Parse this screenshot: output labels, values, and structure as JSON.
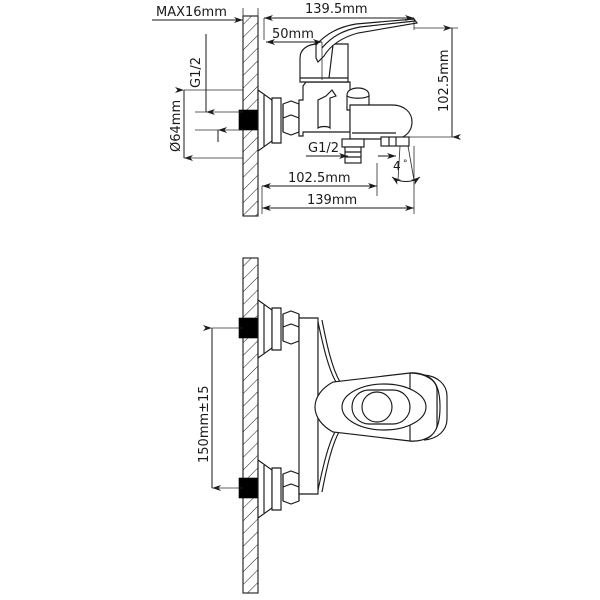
{
  "document": {
    "type": "technical-drawing",
    "title": "Wall-mounted bath mixer tap dimensional drawing",
    "background_color": "#ffffff",
    "line_color": "#1a1a1a",
    "accent_color": "#000000"
  },
  "views": {
    "top": {
      "name": "side-elevation-view",
      "dimensions": {
        "max_wall_thickness": "MAX16mm",
        "total_projection": "139.5mm",
        "handle_offset": "50mm",
        "height": "102.5mm",
        "flange_diameter": "Ø64mm",
        "spout_reach": "102.5mm",
        "overall_reach": "139mm",
        "outlet_angle": "4°",
        "inlet_thread_upper": "G1/2",
        "inlet_thread_lower": "G1/2"
      }
    },
    "bottom": {
      "name": "front-elevation-view",
      "dimensions": {
        "inlet_centers": "150mm±15"
      }
    }
  },
  "labels": {
    "max16": "MAX16mm",
    "d1395": "139.5mm",
    "d50": "50mm",
    "d1025_v": "102.5mm",
    "d64": "Ø64mm",
    "g12_top": "G1/2",
    "g12_bottom": "G1/2",
    "d1025_h": "102.5mm",
    "d139": "139mm",
    "angle4": "4",
    "angle_deg": "°",
    "d150": "150mm±15"
  }
}
